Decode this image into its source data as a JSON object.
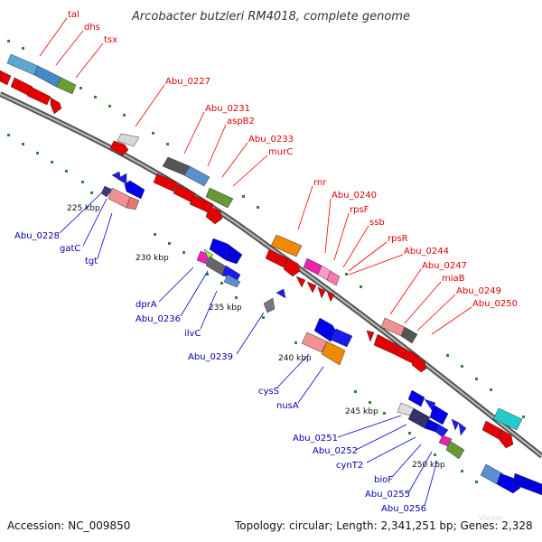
{
  "title": "Arcobacter butzleri RM4018, complete genome",
  "footer": {
    "accession": "Accession: NC_009850",
    "summary": "Topology: circular; Length: 2,341,251 bp; Genes: 2,328"
  },
  "watermark": "Viewer",
  "colors": {
    "forward_label": "#dd0000",
    "reverse_label": "#0000aa",
    "backbone": "#888888",
    "tick": "#008000"
  },
  "kbp_ticks": [
    "225 kbp",
    "230 kbp",
    "235 kbp",
    "240 kbp",
    "245 kbp",
    "250 kbp"
  ],
  "forward_labels": [
    "tal",
    "dhs",
    "tsx",
    "Abu_0227",
    "Abu_0231",
    "aspB2",
    "Abu_0233",
    "murC",
    "rnr",
    "Abu_0240",
    "rpsF",
    "ssb",
    "rpsR",
    "Abu_0244",
    "Abu_0247",
    "miaB",
    "Abu_0249",
    "Abu_0250"
  ],
  "reverse_labels": [
    "Abu_0228",
    "gatC",
    "tgt",
    "dprA",
    "Abu_0236",
    "ilvC",
    "Abu_0239",
    "cysS",
    "nusA",
    "Abu_0251",
    "Abu_0252",
    "cynT2",
    "bioF",
    "Abu_0255",
    "Abu_0256"
  ]
}
